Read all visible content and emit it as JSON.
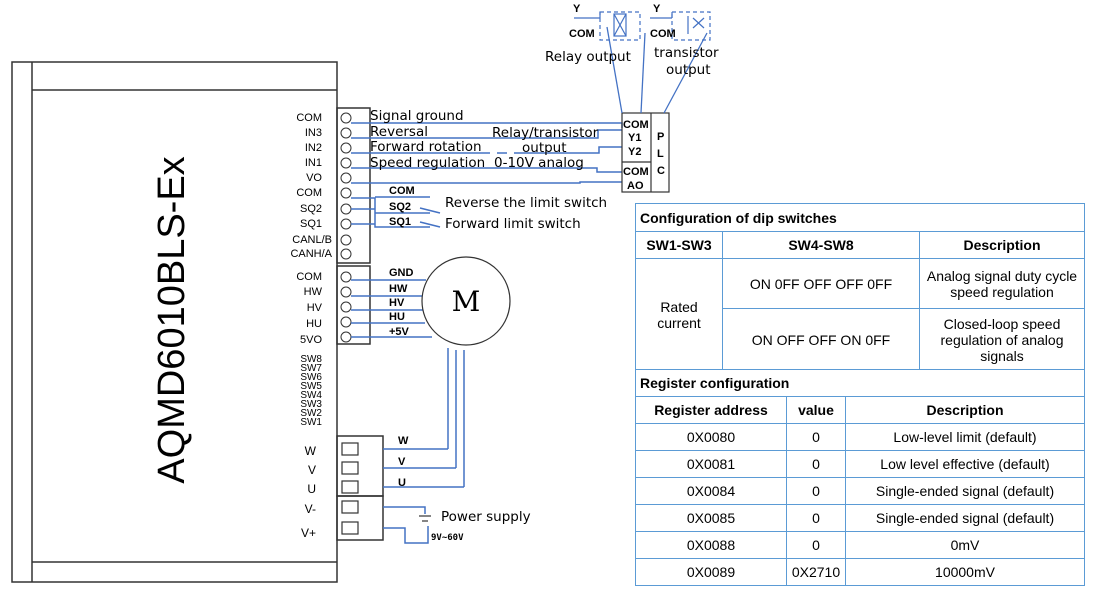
{
  "driver": {
    "model": "AQMD6010BLS-Ex",
    "top_terminals": [
      "COM",
      "IN3",
      "IN2",
      "IN1",
      "VO",
      "COM",
      "SQ2",
      "SQ1",
      "CANL/B",
      "CANH/A"
    ],
    "motor_terminals": [
      "COM",
      "HW",
      "HV",
      "HU",
      "5VO"
    ],
    "switch_labels": [
      "SW8",
      "SW7",
      "SW6",
      "SW5",
      "SW4",
      "SW3",
      "SW2",
      "SW1"
    ],
    "power_terminals": [
      "W",
      "V",
      "U",
      "V-",
      "V+"
    ]
  },
  "signals": {
    "signal_ground": "Signal ground",
    "reversal": "Reversal",
    "forward_rotation": "Forward rotation",
    "speed_regulation": "Speed regulation",
    "analog_range": "0-10V analog",
    "relay_transistor": "Relay/transistor",
    "output": "output"
  },
  "limit": {
    "com": "COM",
    "sq2": "SQ2",
    "sq1": "SQ1",
    "reverse_limit": "Reverse the limit switch",
    "forward_limit": "Forward limit switch"
  },
  "motor": {
    "gnd": "GND",
    "hw": "HW",
    "hv": "HV",
    "hu": "HU",
    "v5": "+5V",
    "symbol": "M",
    "w": "W",
    "v": "V",
    "u": "U"
  },
  "power": {
    "label": "Power supply",
    "range": "9V~60V"
  },
  "plc": {
    "com1": "COM",
    "y1": "Y1",
    "y2": "Y2",
    "com2": "COM",
    "ao": "AO",
    "letters": [
      "P",
      "L",
      "C"
    ]
  },
  "outputs": {
    "relay_y": "Y",
    "relay_com": "COM",
    "relay_label": "Relay output",
    "trans_y": "Y",
    "trans_com": "COM",
    "trans_label_1": "transistor",
    "trans_label_2": "output"
  },
  "dip_table": {
    "caption": "Configuration of dip switches",
    "headers": [
      "SW1-SW3",
      "SW4-SW8",
      "Description"
    ],
    "group_label_1": "Rated",
    "group_label_2": "current",
    "rows": [
      {
        "switches": "ON 0FF OFF OFF 0FF",
        "description": "Analog signal duty cycle speed regulation"
      },
      {
        "switches": "ON OFF OFF ON 0FF",
        "description": "Closed-loop speed regulation of analog signals"
      }
    ]
  },
  "register_table": {
    "caption": "Register configuration",
    "headers": [
      "Register address",
      "value",
      "Description"
    ],
    "rows": [
      {
        "address": "0X0080",
        "value": "0",
        "description": "Low-level limit (default)"
      },
      {
        "address": "0X0081",
        "value": "0",
        "description": "Low level effective (default)"
      },
      {
        "address": "0X0084",
        "value": "0",
        "description": "Single-ended signal (default)"
      },
      {
        "address": "0X0085",
        "value": "0",
        "description": "Single-ended signal (default)"
      },
      {
        "address": "0X0088",
        "value": "0",
        "description": "0mV"
      },
      {
        "address": "0X0089",
        "value": "0X2710",
        "description": "10000mV"
      }
    ]
  }
}
